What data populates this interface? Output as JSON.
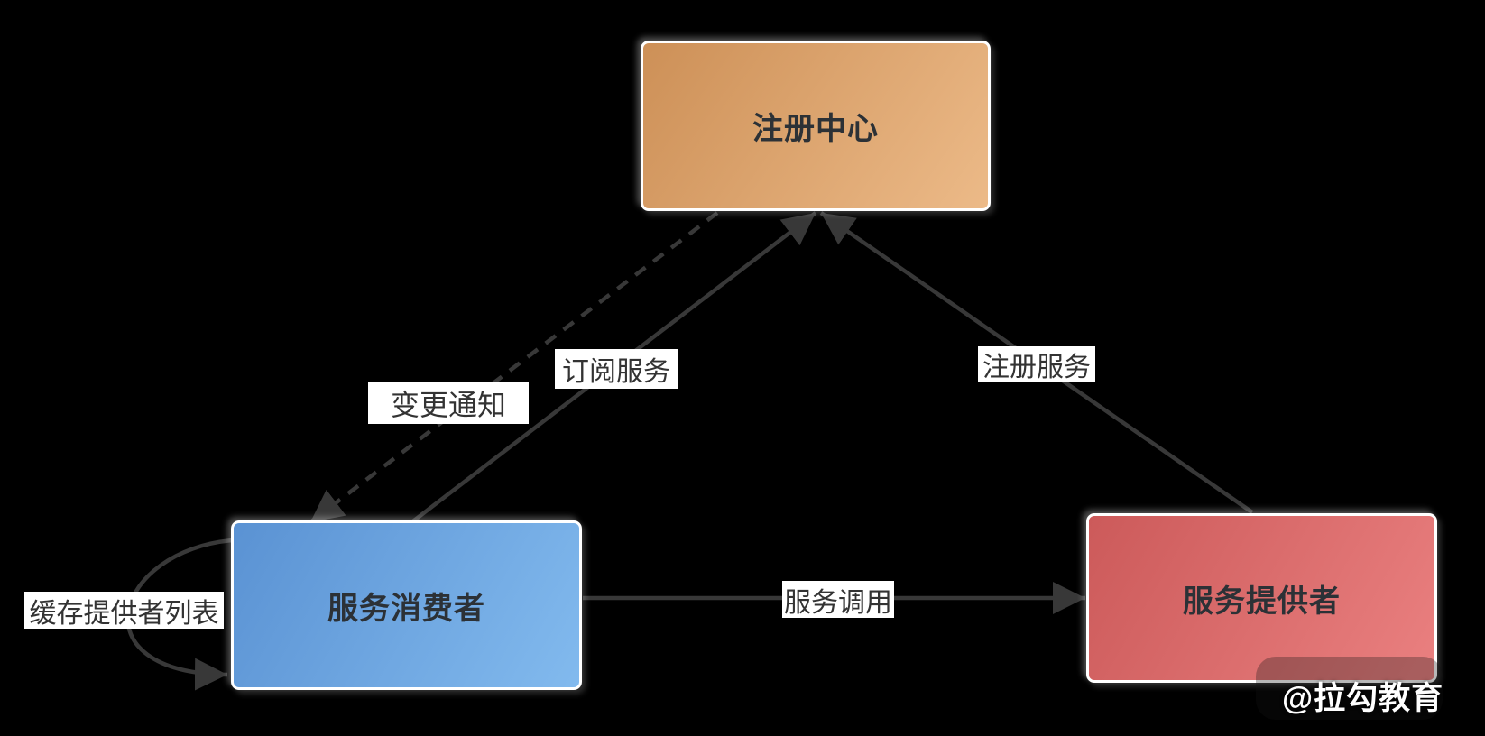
{
  "diagram": {
    "title": "service-registry-architecture",
    "background_color": "#000000",
    "arrow_color": "#383838",
    "label_bg_color": "#ffffff",
    "label_text_color": "#333333",
    "node_text_color": "#2c3136",
    "nodes": [
      {
        "id": "registry",
        "label": "注册中心",
        "gradient_from": "#cd9057",
        "gradient_to": "#ecba88"
      },
      {
        "id": "consumer",
        "label": "服务消费者",
        "gradient_from": "#5a92d3",
        "gradient_to": "#82baee"
      },
      {
        "id": "provider",
        "label": "服务提供者",
        "gradient_from": "#cc5a5a",
        "gradient_to": "#ea8080"
      }
    ],
    "edges": [
      {
        "id": "subscribe",
        "label": "订阅服务",
        "from": "consumer",
        "to": "registry",
        "style": "solid"
      },
      {
        "id": "register",
        "label": "注册服务",
        "from": "provider",
        "to": "registry",
        "style": "solid"
      },
      {
        "id": "notify",
        "label": "变更通知",
        "from": "registry",
        "to": "consumer",
        "style": "dashed"
      },
      {
        "id": "invoke",
        "label": "服务调用",
        "from": "consumer",
        "to": "provider",
        "style": "solid"
      },
      {
        "id": "cache",
        "label": "缓存提供者列表",
        "from": "consumer",
        "to": "consumer",
        "style": "solid-loop"
      }
    ],
    "watermark": {
      "text": "@拉勾教育"
    }
  }
}
